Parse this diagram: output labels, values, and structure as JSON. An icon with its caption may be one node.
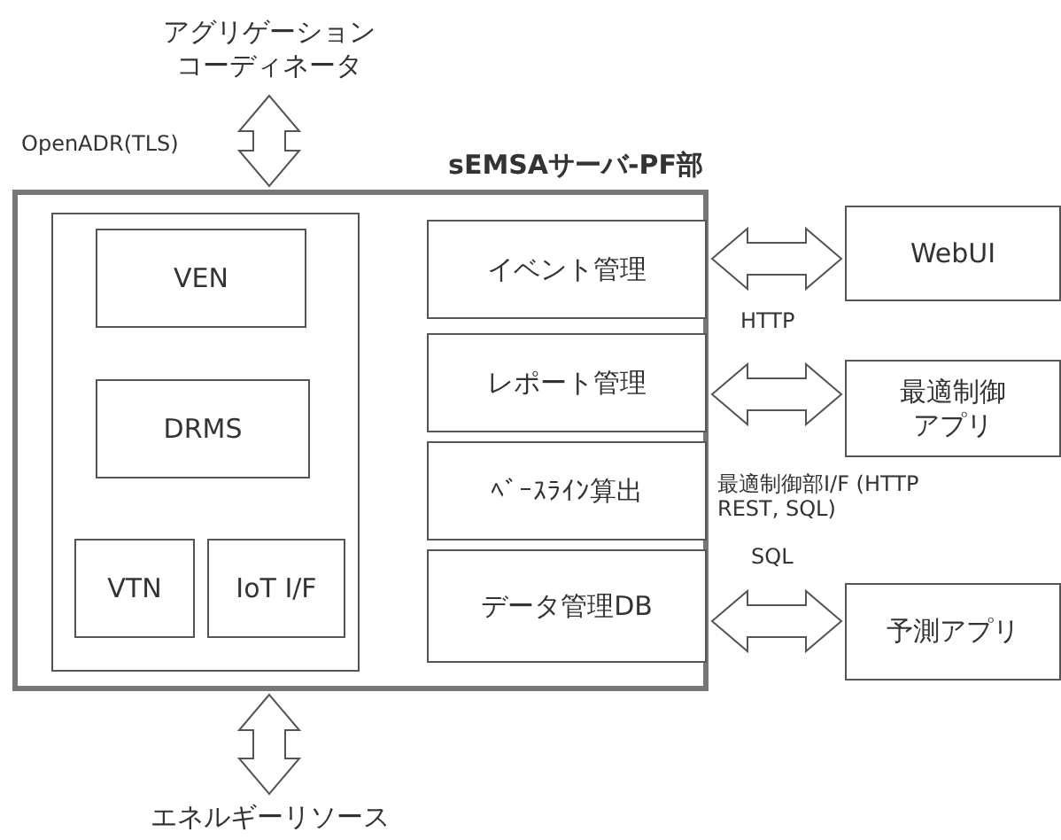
{
  "diagram": {
    "nodes": [
      {
        "text": [
          "アグリゲーションコーディネータ"
        ]
      },
      {
        "text": [
          "sEMSAサーバ-PF部"
        ]
      },
      {
        "text": [],
        "shape": "box",
        "in": 1
      },
      {
        "text": [
          "VEN"
        ],
        "in": 2
      },
      {
        "text": [
          "DRMS"
        ],
        "in": 2
      },
      {
        "text": [
          "VTN"
        ],
        "in": 2
      },
      {
        "text": [
          "IoT I/F"
        ],
        "in": 2
      },
      {
        "text": [
          "イベント管理"
        ],
        "in": 1
      },
      {
        "text": [
          "レポート管理"
        ],
        "in": 1
      },
      {
        "text": [
          "ﾍﾞｰｽﾗｲﾝ算出"
        ],
        "in": 1
      },
      {
        "text": [
          "データ管理DB"
        ],
        "in": 1
      },
      {
        "text": [
          "WebUI"
        ]
      },
      {
        "text": [
          "最適制御アプリ"
        ]
      },
      {
        "text": [
          "予測アプリ"
        ]
      },
      {
        "text": [
          "エネルギーリソース"
        ]
      }
    ],
    "edges": [
      {
        "from": 0,
        "to": 1,
        "arrow": "both",
        "label": "OpenADR(TLS)"
      },
      {
        "from": 1,
        "to": 14,
        "arrow": "both"
      },
      {
        "from": 7,
        "to": 11,
        "arrow": "both",
        "label": "HTTP"
      },
      {
        "from": 8,
        "to": 12,
        "arrow": "both",
        "label": "最適制御部I/F (HTTP REST, SQL)"
      },
      {
        "from": 10,
        "to": 13,
        "arrow": "both",
        "label": "SQL"
      }
    ]
  }
}
